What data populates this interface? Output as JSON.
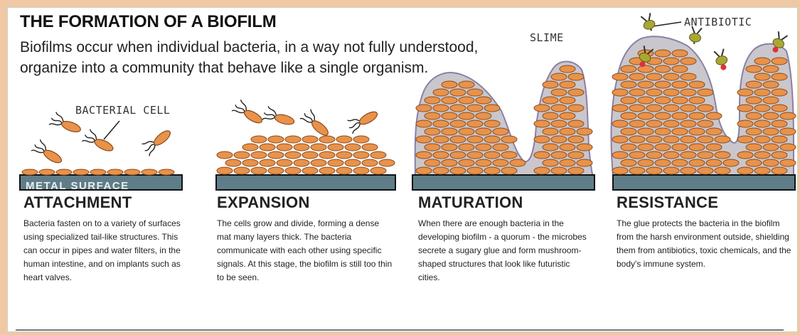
{
  "header": {
    "title": "THE FORMATION OF A BIOFILM",
    "intro": "Biofilms occur when individual bacteria, in a way not fully understood, organize into a community that behave like a single organism."
  },
  "labels": {
    "bacterial_cell": "BACTERIAL CELL",
    "slime": "SLIME",
    "antibiotic": "ANTIBIOTIC",
    "metal_surface": "METAL SURFACE"
  },
  "stages": [
    {
      "title": "ATTACHMENT",
      "text": "Bacteria fasten on to a variety of surfaces using specialized tail-like structures. This can occur in pipes and water filters, in the human intestine, and on implants such as heart valves."
    },
    {
      "title": "EXPANSION",
      "text": "The cells grow and divide, forming a dense mat many layers thick. The bacteria communicate with each other using specific signals. At this stage, the biofilm is still too thin to be seen."
    },
    {
      "title": "MATURATION",
      "text": "When there are enough bacteria in the developing biofilm - a quorum - the microbes secrete a sugary glue and form mushroom-shaped structures that look like futuristic cities."
    },
    {
      "title": "RESISTANCE",
      "text": "The glue protects the bacteria in the biofilm from the harsh environment outside, shielding them from antibiotics, toxic chemicals, and the body's immune system."
    }
  ],
  "colors": {
    "bacteria": "#e8924a",
    "bacteria_outline": "#8a4a1c",
    "surface": "#5f7d88",
    "slime": "#c9c7cc",
    "slime_outline": "#8a7fa6",
    "antibiotic": "#a9a832",
    "binding": "#e0303a"
  },
  "icons": [
    "bacterium-icon",
    "antibiotic-icon"
  ]
}
